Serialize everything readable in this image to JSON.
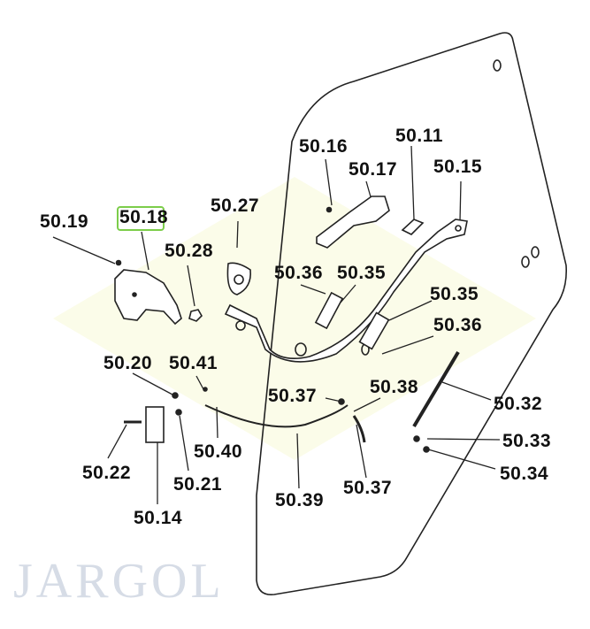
{
  "diagram": {
    "watermark": "JARGOL",
    "highlighted_label": "50.18",
    "highlight_color": "#7ccd4a",
    "labels": {
      "l5016": "50.16",
      "l5011": "50.11",
      "l5017": "50.17",
      "l5015": "50.15",
      "l5019": "50.19",
      "l5018": "50.18",
      "l5027": "50.27",
      "l5028": "50.28",
      "l5036a": "50.36",
      "l5035a": "50.35",
      "l5035b": "50.35",
      "l5036b": "50.36",
      "l5020": "50.20",
      "l5041": "50.41",
      "l5037a": "50.37",
      "l5038": "50.38",
      "l5032": "50.32",
      "l5033": "50.33",
      "l5034": "50.34",
      "l5040": "50.40",
      "l5022": "50.22",
      "l5021": "50.21",
      "l5039": "50.39",
      "l5037b": "50.37",
      "l5014": "50.14"
    }
  }
}
